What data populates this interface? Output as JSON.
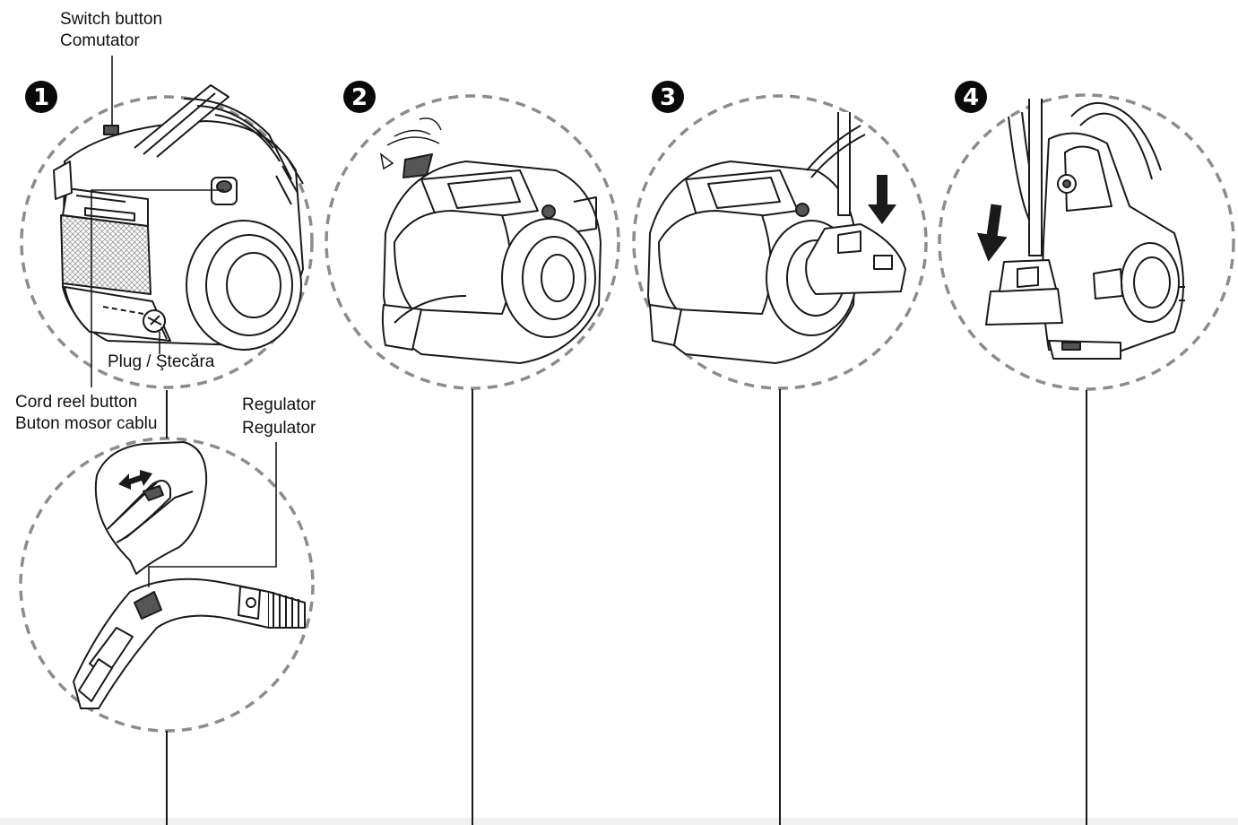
{
  "steps": [
    {
      "number": "1"
    },
    {
      "number": "2"
    },
    {
      "number": "3"
    },
    {
      "number": "4"
    }
  ],
  "labels": {
    "switch_button": "Switch button",
    "switch_button_ro": "Comutator",
    "plug": "Plug / Ştecăra",
    "cord_reel_button": "Cord reel button",
    "cord_reel_button_ro": "Buton mosor cablu",
    "regulator": "Regulator",
    "regulator_ro": "Regulator"
  },
  "colors": {
    "line": "#1a1a1a",
    "dash": "#8c8c8c",
    "badge": "#0a0a0a",
    "mesh": "#b5b5b5",
    "shade": "#555555"
  },
  "icons": [
    "power-on-icon",
    "down-arrow-icon",
    "double-arrow-icon"
  ]
}
